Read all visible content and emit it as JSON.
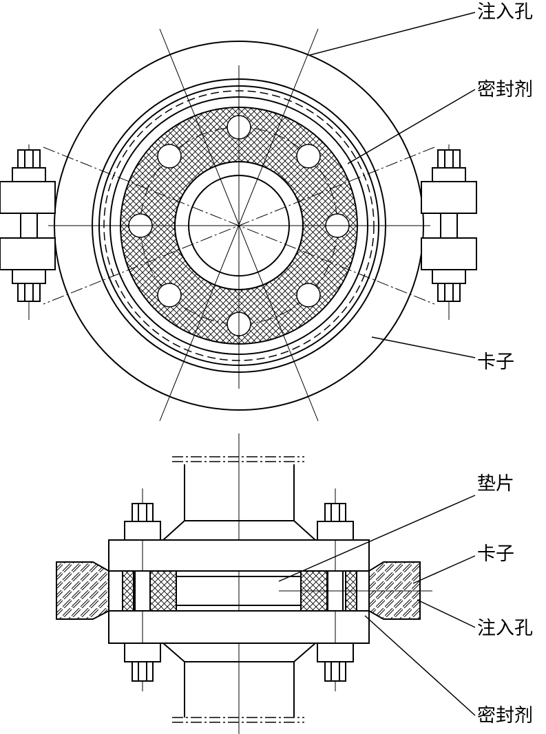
{
  "labels": {
    "top_injection_hole": "注入孔",
    "top_sealant": "密封剂",
    "top_clamp": "卡子",
    "bottom_gasket": "垫片",
    "bottom_clamp": "卡子",
    "bottom_injection_hole": "注入孔",
    "bottom_sealant": "密封剂"
  },
  "colors": {
    "line": "#000000",
    "background": "#ffffff"
  }
}
